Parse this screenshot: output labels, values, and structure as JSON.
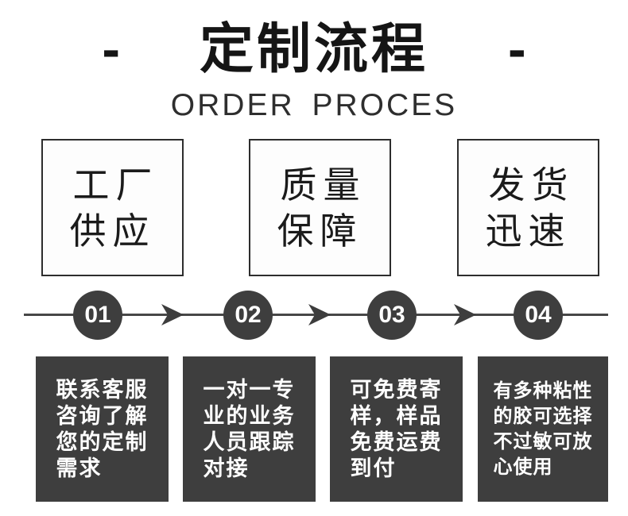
{
  "header": {
    "title": "定制流程",
    "subtitle": "ORDER PROCES",
    "dash": "-"
  },
  "features": [
    {
      "name": "factory-supply",
      "lines": [
        "工厂",
        "供应"
      ]
    },
    {
      "name": "quality-assurance",
      "lines": [
        "质量",
        "保障"
      ]
    },
    {
      "name": "fast-shipping",
      "lines": [
        "发货",
        "迅速"
      ]
    }
  ],
  "steps": [
    {
      "number": "01",
      "lines": [
        "联系客服",
        "咨询了解",
        "您的定制",
        "需求"
      ]
    },
    {
      "number": "02",
      "lines": [
        "一对一专",
        "业的业务",
        "人员跟踪",
        "对接"
      ]
    },
    {
      "number": "03",
      "lines": [
        "可免费寄",
        "样，样品",
        "免费运费",
        "到付"
      ]
    },
    {
      "number": "04",
      "lines": [
        "有多种粘性",
        "的胶可选择",
        "不过敏可放",
        "心使用"
      ]
    }
  ],
  "colors": {
    "title_text": "#151515",
    "subtitle_text": "#2e2e2e",
    "box_border": "#2d2d2d",
    "dark_fill": "#3e3e3e",
    "line": "#474747",
    "card_text": "#ffffff",
    "background": "#ffffff"
  }
}
